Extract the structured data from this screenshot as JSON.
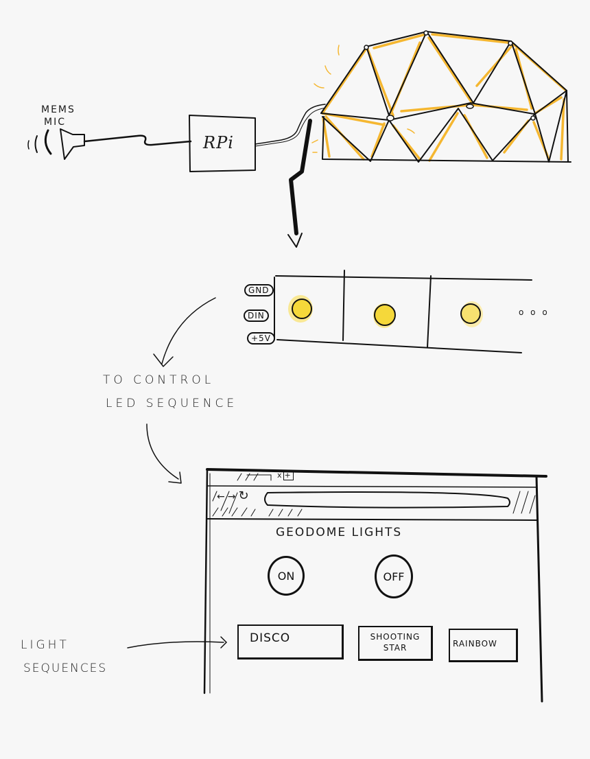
{
  "diagram": {
    "microphone": {
      "label_line1": "MEMS",
      "label_line2": "MIC",
      "icon": "microphone-icon"
    },
    "controller": {
      "label": "RPi"
    },
    "dome": {
      "name": "geodesic-dome",
      "accent_color": "#f5b731",
      "line_color": "#111111"
    },
    "led_strip": {
      "pins": [
        "GND",
        "DIN",
        "+5V"
      ],
      "led_count_shown": 3,
      "continuation": "o o o",
      "led_color": "#f5d83a"
    },
    "annotation_control": {
      "line1": "TO CONTROL",
      "line2": "LED SEQUENCE"
    },
    "annotation_sequences": {
      "line1": "LIGHT",
      "line2": "SEQUENCES"
    },
    "app_mockup": {
      "title": "GEODOME LIGHTS",
      "browser": {
        "back": "←",
        "forward": "→",
        "reload": "↻",
        "close_tab": "x",
        "new_tab": "+"
      },
      "power_buttons": [
        {
          "label": "ON"
        },
        {
          "label": "OFF"
        }
      ],
      "sequence_buttons": [
        {
          "label": "DISCO"
        },
        {
          "label_line1": "SHOOTING",
          "label_line2": "STAR"
        },
        {
          "label": "RAINBOW"
        }
      ]
    }
  }
}
